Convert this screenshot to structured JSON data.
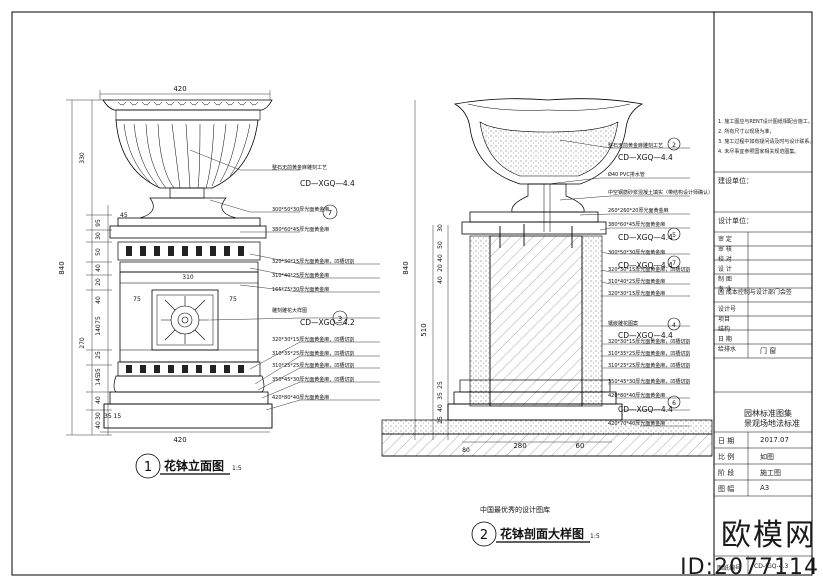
{
  "left_view": {
    "title": "花钵立面图",
    "scale": "1:5",
    "number": "1",
    "dims_top": "420",
    "dims_bottom": "420",
    "dim_310": "310",
    "dim_75_l": "75",
    "dim_75_r": "75",
    "dim_45": "45",
    "dims_vertical": [
      "330",
      "95",
      "30",
      "50",
      "40",
      "20",
      "40",
      "75",
      "140",
      "270",
      "25",
      "35",
      "40",
      "145",
      "30",
      "40"
    ],
    "total_height": "840",
    "dim_35_15": "35 15",
    "callouts": [
      "整石无前黄金麻雕刻工艺",
      "CD—XGQ—4.4",
      "300*50*30厚光面黄金麻",
      "380*60*45厚光面黄金麻",
      "320*30*15厚光面黄金麻，凹槽切割",
      "310*40*25厚光面黄金麻",
      "165*75*30厚光面黄金麻",
      "雕刻雕花大样图",
      "CD—XGQ—4.2",
      "320*30*15厚光面黄金麻，凹槽切割",
      "310*35*25厚光面黄金麻，凹槽切割",
      "310*25*25厚光面黄金麻，凹槽切割",
      "350*45*30厚光面黄金麻，凹槽切割",
      "420*80*40厚光面黄金麻"
    ],
    "bubble_7": "7",
    "bubble_3": "3"
  },
  "right_view": {
    "title": "花钵剖面大样图",
    "scale": "1:5",
    "number": "2",
    "total_height": "840",
    "dim_510": "510",
    "dims_vertical": [
      "30",
      "50",
      "40",
      "20",
      "40",
      "25",
      "35",
      "40",
      "25"
    ],
    "callouts": [
      "整石无前黄金麻雕刻工艺",
      "CD—XGQ—4.4",
      "Ø40 PVC排水管",
      "中空钢筋砂浆混凝土填实（带结构设计师确认）",
      "260*260*20厚光面黄金麻",
      "380*60*45厚光面黄金麻",
      "CD—XGQ—4.4",
      "300*50*30厚光面黄金麻",
      "CD—XGQ—4.4",
      "320*30*15厚光面黄金麻，凹槽切割",
      "310*40*25厚光面黄金麻",
      "320*30*15厚光面黄金麻",
      "镶嵌雕花图案",
      "CD—XGQ—4.4",
      "320*30*15厚光面黄金麻，凹槽切割",
      "310*35*25厚光面黄金麻，凹槽切割",
      "310*25*25厚光面黄金麻，凹槽切割",
      "350*45*30厚光面黄金麻，凹槽切割",
      "420*80*40厚光面黄金麻",
      "CD—XGQ—4.4",
      "420*70*40厚光面黄金麻"
    ],
    "dim_280": "280",
    "dim_60": "60",
    "dim_80": "80",
    "bubbles": [
      "2",
      "5",
      "7",
      "4",
      "6",
      "2"
    ]
  },
  "title_block": {
    "notes": [
      "1. 施工图应与RENT设计图纸相配合施工。",
      "2. 所有尺寸以现场为准，",
      "3. 施工过程中如有疑问请及时与设计联系。",
      "4. 未尽事宜参照国家相关规范图集。"
    ],
    "rows_top": [
      "建设单位：",
      "设计单位：",
      "审  定",
      "审  核",
      "校  对",
      "设  计",
      "制  图",
      "专  业",
      "负责人",
      "设计号",
      "项目",
      "结构",
      "日  期",
      "给排水"
    ],
    "scope_label": "园 成本控制与设计部门会签",
    "door_label": "门 窗",
    "project_name": "园林标准图集",
    "drawing_name": "景观场地法标准",
    "meta": [
      {
        "k": "日  期",
        "v": "2017.07"
      },
      {
        "k": "比  例",
        "v": "如图"
      },
      {
        "k": "阶  段",
        "v": "施工图"
      },
      {
        "k": "图  幅",
        "v": "A3"
      }
    ],
    "drawing_number_label": "图纸编号",
    "drawing_number": "CD-JGQ-4.3"
  },
  "watermark": {
    "brand": "欧模网",
    "id": "ID:2077114",
    "bottom_sheet_text": "中国最优秀的设计图库"
  }
}
